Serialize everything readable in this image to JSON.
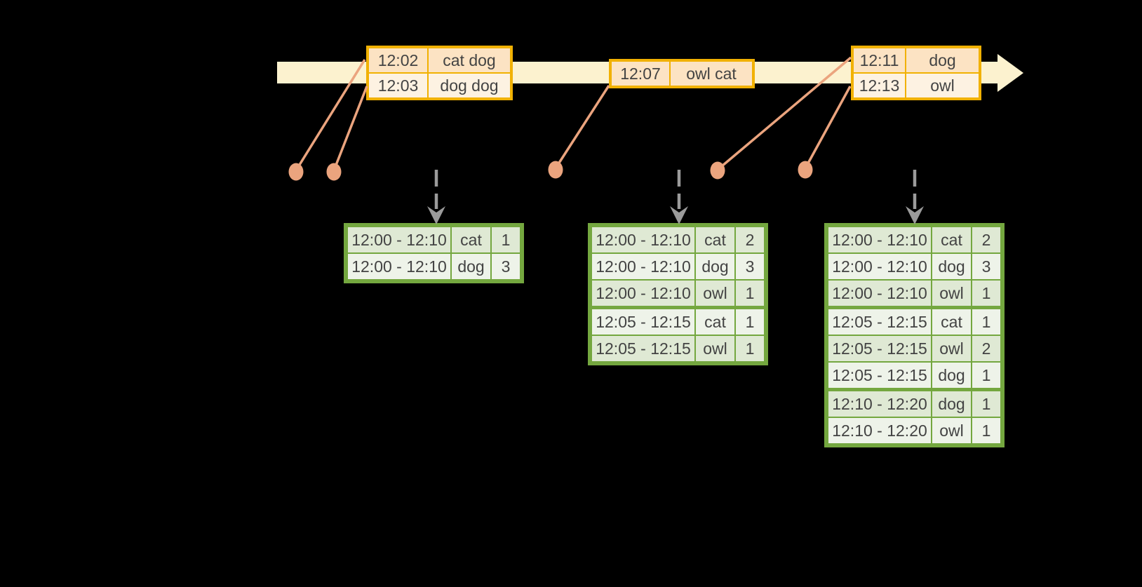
{
  "canvas": {
    "background": "#000000"
  },
  "palette": {
    "timeline_fill": "#fcf2cf",
    "event_table_border": "#f1b102",
    "event_row_dark": "#fce3c3",
    "event_row_light": "#fdf2e2",
    "connector_and_dots": "#eba47e",
    "trigger_arrow": "#9b9b9b",
    "result_table_border": "#74a73f",
    "result_row_dark": "#dfe9d4",
    "result_row_light": "#eef3e9",
    "text": "#434343"
  },
  "icons": {
    "timeline_arrow": "right-arrow",
    "trigger_arrow": "dashed-down-arrow",
    "event_marker": "filled-dot"
  },
  "event_tables": [
    {
      "rows": [
        {
          "time": "12:02",
          "words": "cat dog"
        },
        {
          "time": "12:03",
          "words": "dog dog"
        }
      ]
    },
    {
      "rows": [
        {
          "time": "12:07",
          "words": "owl cat"
        }
      ]
    },
    {
      "rows": [
        {
          "time": "12:11",
          "words": "dog"
        },
        {
          "time": "12:13",
          "words": "owl"
        }
      ]
    }
  ],
  "result_tables": [
    {
      "rows": [
        {
          "window": "12:00 - 12:10",
          "word": "cat",
          "count": "1"
        },
        {
          "window": "12:00 - 12:10",
          "word": "dog",
          "count": "3"
        }
      ]
    },
    {
      "rows": [
        {
          "window": "12:00 - 12:10",
          "word": "cat",
          "count": "2"
        },
        {
          "window": "12:00 - 12:10",
          "word": "dog",
          "count": "3"
        },
        {
          "window": "12:00 - 12:10",
          "word": "owl",
          "count": "1"
        },
        {
          "window": "12:05 - 12:15",
          "word": "cat",
          "count": "1"
        },
        {
          "window": "12:05 - 12:15",
          "word": "owl",
          "count": "1"
        }
      ]
    },
    {
      "rows": [
        {
          "window": "12:00 - 12:10",
          "word": "cat",
          "count": "2"
        },
        {
          "window": "12:00 - 12:10",
          "word": "dog",
          "count": "3"
        },
        {
          "window": "12:00 - 12:10",
          "word": "owl",
          "count": "1"
        },
        {
          "window": "12:05 - 12:15",
          "word": "cat",
          "count": "1"
        },
        {
          "window": "12:05 - 12:15",
          "word": "owl",
          "count": "2"
        },
        {
          "window": "12:05 - 12:15",
          "word": "dog",
          "count": "1"
        },
        {
          "window": "12:10 - 12:20",
          "word": "dog",
          "count": "1"
        },
        {
          "window": "12:10 - 12:20",
          "word": "owl",
          "count": "1"
        }
      ]
    }
  ]
}
